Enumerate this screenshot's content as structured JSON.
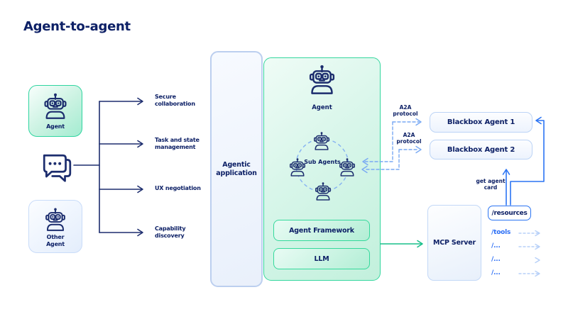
{
  "title": "Agent-to-agent",
  "left": {
    "agent_label": "Agent",
    "chat_icon": "chat-bubbles-icon",
    "other_agent_label": "Other Agent"
  },
  "features": [
    "Secure collaboration",
    "Task and state management",
    "UX negotiation",
    "Capability discovery"
  ],
  "app": {
    "label": "Agentic application",
    "agent_label": "Agent",
    "agent_icon": "robot-icon",
    "sub_agents_label": "Sub Agents",
    "framework_label": "Agent Framework",
    "llm_label": "LLM"
  },
  "right": {
    "blackbox1_label": "Blackbox Agent 1",
    "blackbox2_label": "Blackbox Agent 2",
    "a2a_label_1": "A2A protocol",
    "a2a_label_2": "A2A protocol",
    "get_agent_card_label": "get agent card",
    "mcp_server_label": "MCP Server",
    "resources_label": "/resources",
    "endpoints": [
      "/tools",
      "/...",
      "/...",
      "/..."
    ]
  },
  "colors": {
    "navy_text": "#0d2066",
    "icon_navy": "#1c2d6e",
    "green_border": "#35d79e",
    "green_arrow": "#18bf8a",
    "bright_blue": "#2b74f3",
    "dashed_blue": "#79a9f3",
    "pale_dashed_blue": "#b7d0f8",
    "light_blue_border": "#bcd4f6"
  }
}
